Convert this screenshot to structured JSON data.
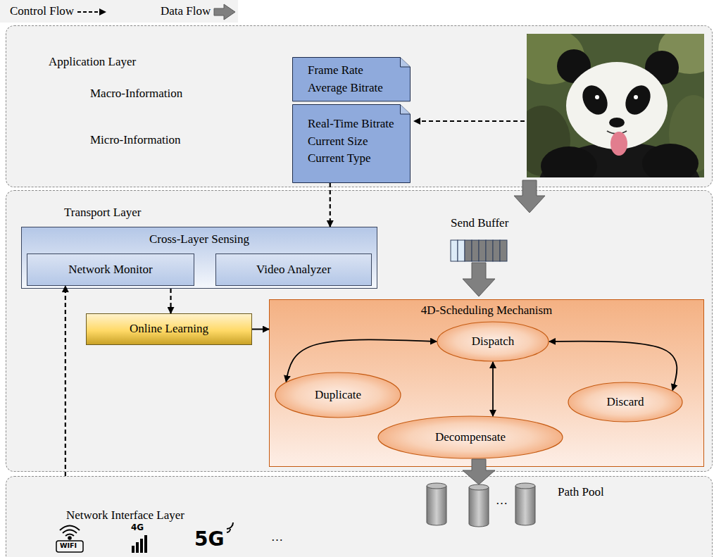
{
  "diagram": {
    "nodes": [
      {
        "text": [
          "Application Layer"
        ]
      },
      {
        "text": [
          "Frame Rate",
          "Average Bitrate"
        ],
        "in": 0
      },
      {
        "text": [
          "Real-Time Bitrate",
          "Current Size",
          "Current Type"
        ],
        "in": 0
      },
      {
        "text": [
          "Transport Layer"
        ]
      },
      {
        "text": [
          "Cross-Layer Sensing"
        ],
        "in": 3
      },
      {
        "text": [
          "Network Monitor"
        ],
        "in": 4
      },
      {
        "text": [
          "Video Analyzer"
        ],
        "in": 4
      },
      {
        "text": [
          "Online Learning"
        ],
        "in": 3
      },
      {
        "text": [
          "4D-Scheduling Mechanism"
        ],
        "in": 3
      },
      {
        "text": [
          "Dispatch"
        ],
        "in": 8
      },
      {
        "text": [
          "Duplicate"
        ],
        "in": 8
      },
      {
        "text": [
          "Discard"
        ],
        "in": 8
      },
      {
        "text": [
          "Decompensate"
        ],
        "in": 8
      },
      {
        "text": [
          "Network Interface Layer"
        ]
      }
    ],
    "edges": [
      {
        "from": 2,
        "to": 4,
        "arrow": "to"
      },
      {
        "from": 4,
        "to": 7,
        "arrow": "to"
      },
      {
        "from": 7,
        "to": 8,
        "arrow": "to"
      },
      {
        "from": 13,
        "to": 5,
        "arrow": "to"
      },
      {
        "from": 9,
        "to": 10,
        "arrow": "both"
      },
      {
        "from": 9,
        "to": 11,
        "arrow": "both"
      },
      {
        "from": 9,
        "to": 12,
        "arrow": "both"
      }
    ],
    "labels": [
      "Macro-Information",
      "Micro-Information",
      "Send Buffer",
      "…",
      "Path Pool",
      "WIFI",
      "4G",
      "5G",
      "…"
    ],
    "legend": [
      {
        "text": "Control Flow"
      },
      {
        "text": "Data Flow"
      }
    ]
  }
}
